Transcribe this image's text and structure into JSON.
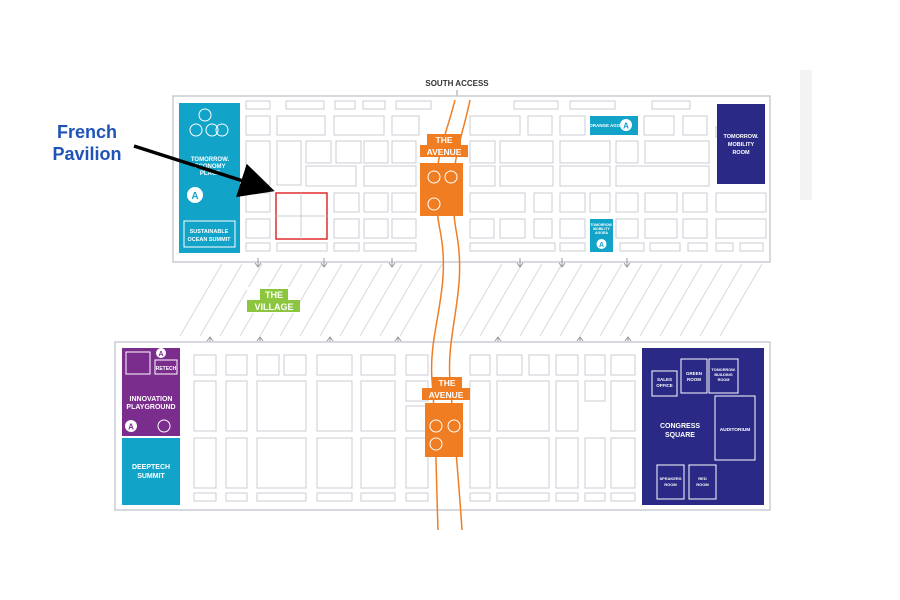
{
  "map": {
    "south_access": "SOUTH ACCESS",
    "callout": {
      "line1": "French",
      "line2": "Pavilion"
    },
    "avenue": {
      "line1": "THE",
      "line2": "AVENUE"
    },
    "village": {
      "line1": "THE",
      "line2": "VILLAGE"
    },
    "upper_left": {
      "name_line1": "TOMORROW.",
      "name_line2": "ECONOMY",
      "name_line3": "PLACE",
      "summit_line1": "SUSTAINABLE",
      "summit_line2": "OCEAN SUMMIT",
      "agora_badge": "A"
    },
    "orange_agora": {
      "label": "ORANGE AGORA",
      "badge": "A"
    },
    "mobility_agora": {
      "line1": "TOMORROW.",
      "line2": "MOBILITY",
      "line3": "AGORA",
      "badge": "A"
    },
    "mobility_room": {
      "line1": "TOMORROW.",
      "line2": "MOBILITY",
      "line3": "ROOM"
    },
    "innovation": {
      "line1": "INNOVATION",
      "line2": "PLAYGROUND",
      "retech": "RETECH",
      "badge": "A"
    },
    "deeptech": {
      "line1": "DEEPTECH",
      "line2": "SUMMIT"
    },
    "congress": {
      "line1": "CONGRESS",
      "line2": "SQUARE",
      "sales1": "SALES",
      "sales2": "OFFICE",
      "green1": "GREEN",
      "green2": "ROOM",
      "building1": "TOMORROW.",
      "building2": "BUILDING",
      "building3": "ROOM",
      "auditorium": "AUDITORIUM",
      "speakers1": "SPEAKERS",
      "speakers2": "ROOM",
      "red1": "RED",
      "red2": "ROOM"
    },
    "colors": {
      "teal": "#12a3c9",
      "navy": "#2a2a86",
      "purple": "#7b2d8e",
      "orange": "#f07d22",
      "green": "#8cc63e",
      "outline": "#c9cdd3",
      "highlight": "#e02b2b",
      "callout_text": "#1f53b8"
    }
  }
}
